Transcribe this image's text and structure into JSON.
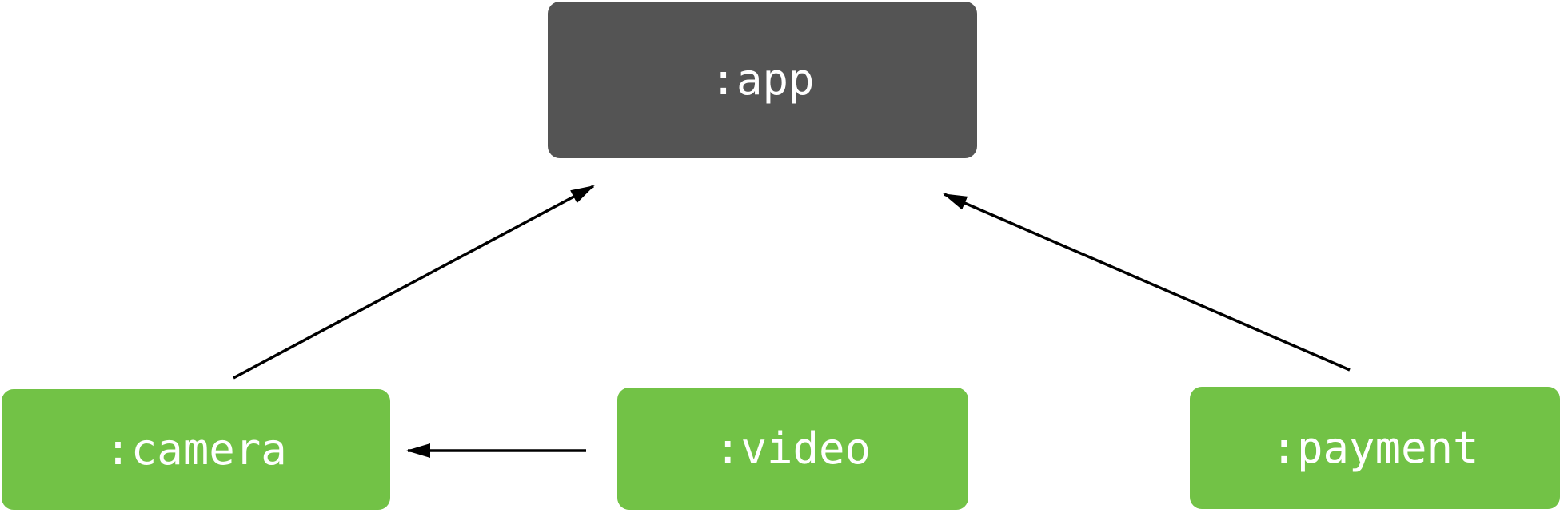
{
  "diagram": {
    "type": "module-dependency-graph",
    "background": "#ffffff",
    "edge_color": "#000000",
    "nodes": {
      "app": {
        "label": ":app",
        "fill": "#545454",
        "text_color": "#ffffff"
      },
      "camera": {
        "label": ":camera",
        "fill": "#72c246",
        "text_color": "#ffffff"
      },
      "video": {
        "label": ":video",
        "fill": "#72c246",
        "text_color": "#ffffff"
      },
      "payment": {
        "label": ":payment",
        "fill": "#72c246",
        "text_color": "#ffffff"
      }
    },
    "edges": [
      {
        "from": ":camera",
        "to": ":app"
      },
      {
        "from": ":video",
        "to": ":camera"
      },
      {
        "from": ":payment",
        "to": ":app"
      }
    ]
  }
}
